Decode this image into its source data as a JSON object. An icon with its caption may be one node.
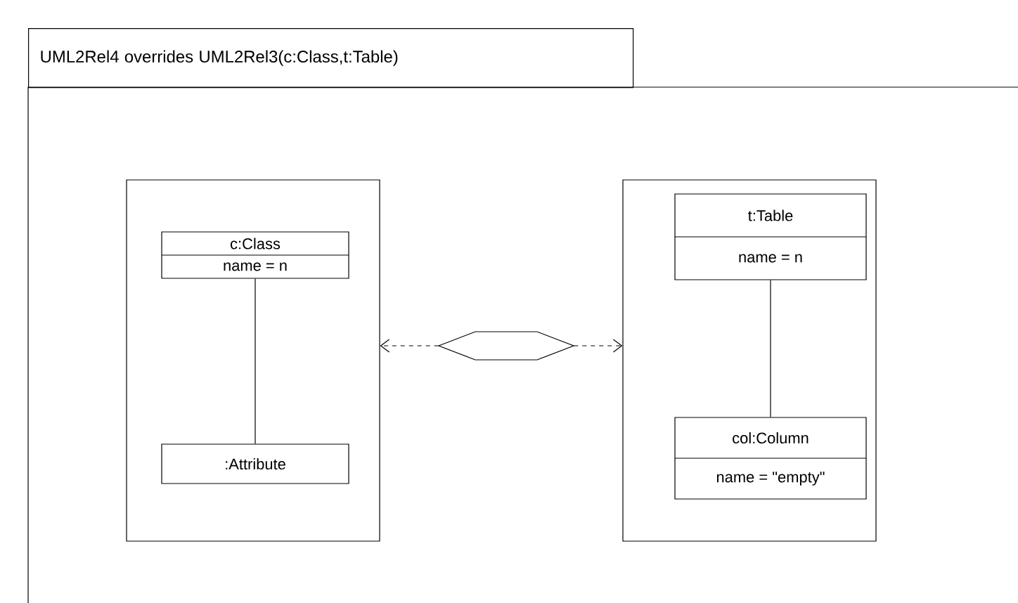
{
  "diagram": {
    "title": "UML2Rel4 overrides UML2Rel3(c:Class,t:Table)",
    "nodes": [
      {
        "text": [],
        "shape": "box"
      },
      {
        "text": [
          "c:Class",
          "name = n"
        ],
        "in": 0
      },
      {
        "text": [
          ":Attribute"
        ],
        "in": 0
      },
      {
        "text": [],
        "shape": "box"
      },
      {
        "text": [
          "t:Table",
          "name = n"
        ],
        "in": 3
      },
      {
        "text": [
          "col:Column",
          "name = \"empty\""
        ],
        "in": 3
      },
      {
        "text": [],
        "shape": "hexagon"
      }
    ],
    "edges": [
      {
        "from": 1,
        "to": 2,
        "arrow": "none"
      },
      {
        "from": 4,
        "to": 5,
        "arrow": "none"
      },
      {
        "from": 6,
        "to": 0,
        "arrow": "to",
        "style": "dashed"
      },
      {
        "from": 6,
        "to": 3,
        "arrow": "to",
        "style": "dashed"
      }
    ]
  }
}
